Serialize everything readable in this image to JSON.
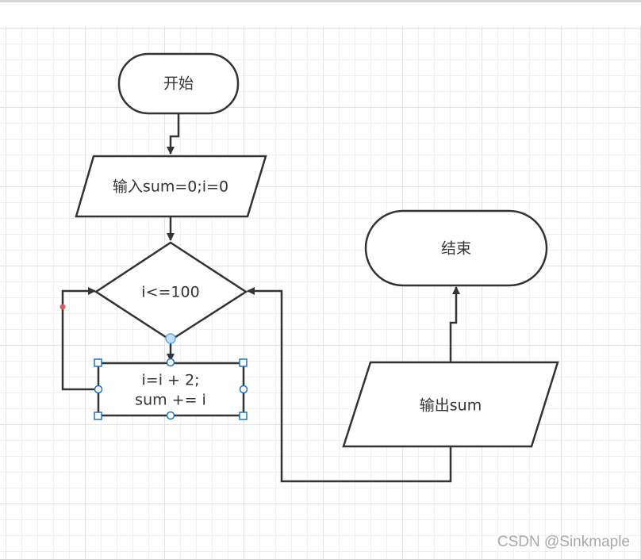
{
  "flowchart": {
    "start_label": "开始",
    "input_label": "输入sum=0;i=0",
    "condition_label": "i<=100",
    "process_line1": "i=i + 2;",
    "process_line2": "sum += i",
    "output_label": "输出sum",
    "end_label": "结束"
  },
  "watermark": "CSDN @Sinkmaple",
  "colors": {
    "stroke": "#333333",
    "selection": "#1a73c8",
    "connection_point": "#d95a5a"
  }
}
